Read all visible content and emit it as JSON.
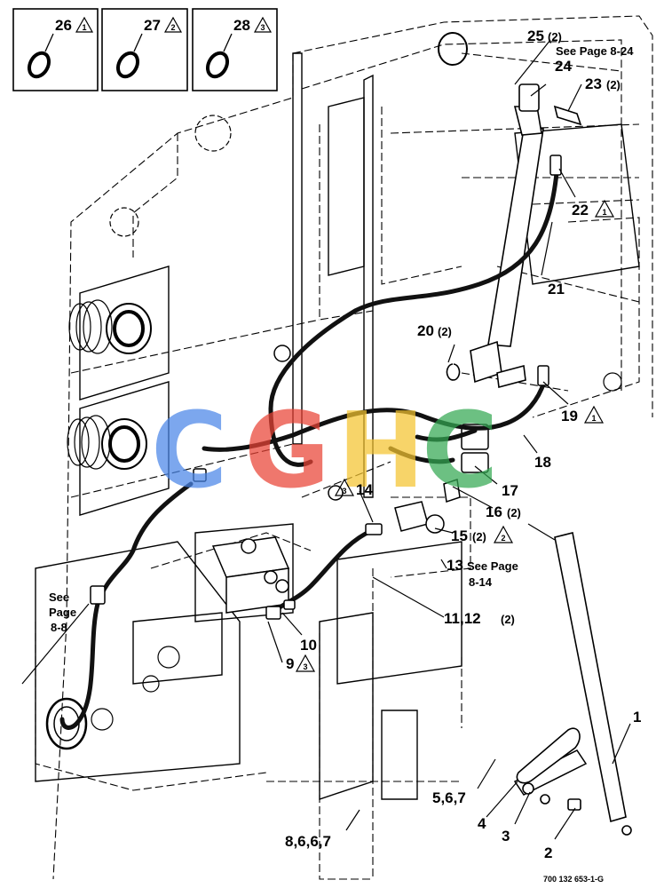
{
  "legend_boxes": [
    {
      "number": "26",
      "note": "1"
    },
    {
      "number": "27",
      "note": "2"
    },
    {
      "number": "28",
      "note": "3"
    }
  ],
  "callouts": {
    "c25": {
      "num": "25",
      "qty": "(2)"
    },
    "see_8_24": "See Page 8-24",
    "c24": "24",
    "c23": {
      "num": "23",
      "qty": "(2)"
    },
    "c22": {
      "num": "22",
      "note": "1"
    },
    "c21": "21",
    "c20": {
      "num": "20",
      "qty": "(2)"
    },
    "c19": {
      "num": "19",
      "note": "1"
    },
    "c18": "18",
    "c17": "17",
    "c16": {
      "num": "16",
      "qty": "(2)"
    },
    "c15": {
      "num": "15",
      "qty": "(2)",
      "note": "2"
    },
    "c14": {
      "num": "14",
      "note": "3"
    },
    "c13": "13",
    "see_8_14_a": "See Page",
    "see_8_14_b": "8-14",
    "c11_12": {
      "num": "11,12",
      "qty": "(2)"
    },
    "c10": "10",
    "c9": {
      "num": "9",
      "note": "3"
    },
    "see_8_8_a": "See",
    "see_8_8_b": "Page",
    "see_8_8_c": "8-8",
    "c1": "1",
    "c2": "2",
    "c3": "3",
    "c4": "4",
    "c5_6_7": "5,6,7",
    "c8_6_6_7": "8,6,6,7"
  },
  "watermark": {
    "letters": [
      "C",
      "G",
      "H",
      "C"
    ],
    "colors": [
      "#4a86e8",
      "#ea4335",
      "#f4c430",
      "#34a853"
    ]
  },
  "figure_id": "700 132 653-1-G",
  "colors": {
    "line": "#000000",
    "hose": "#111111",
    "background": "#ffffff"
  }
}
